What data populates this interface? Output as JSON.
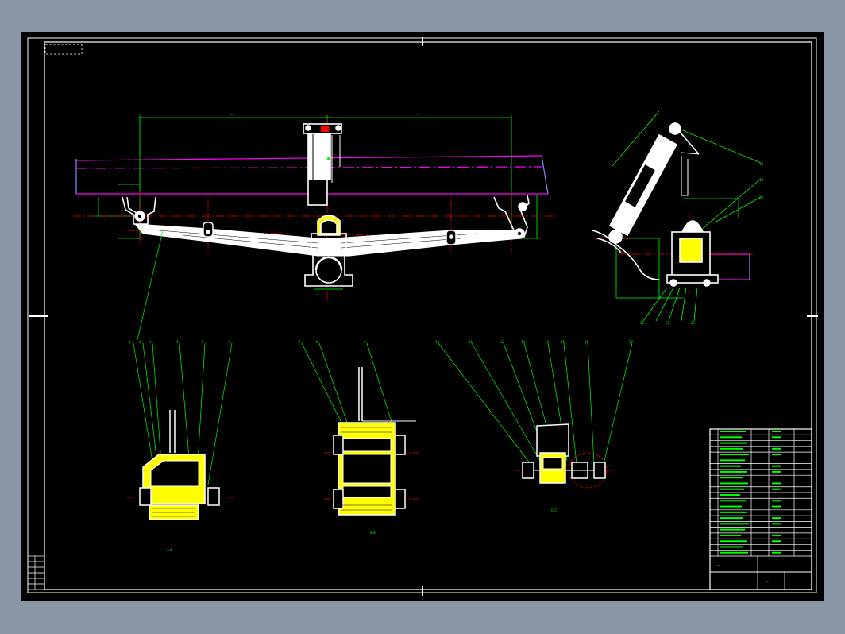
{
  "drawing": {
    "colors": {
      "background": "#8b97a6",
      "sheet": "#000000",
      "frame": "#ffffff",
      "dimension": "#00ff00",
      "centerline": "#ff0000",
      "frame_rail": "#ff00ff",
      "part": "#ffffff",
      "hatch": "#ffff00"
    },
    "views": {
      "front_view": {
        "dim_left": "~",
        "dim_right": "~",
        "note": "~"
      },
      "side_view": {},
      "section_a": {
        "label": "A-A"
      },
      "section_b": {
        "label": "B-B"
      },
      "section_c": {
        "label": "C-C"
      }
    },
    "leaders": {
      "front_view": [
        "1",
        "2",
        "3",
        "4",
        "5",
        "6"
      ],
      "section_b": [
        "7",
        "8",
        "9"
      ],
      "section_c": [
        "10",
        "11",
        "12",
        "13",
        "14",
        "15",
        "16",
        "17"
      ],
      "side_view": [
        "18",
        "19",
        "20",
        "21",
        "22",
        "23"
      ]
    },
    "title_block": {
      "rows": 22,
      "drawing_title": "~",
      "company": "~"
    }
  }
}
